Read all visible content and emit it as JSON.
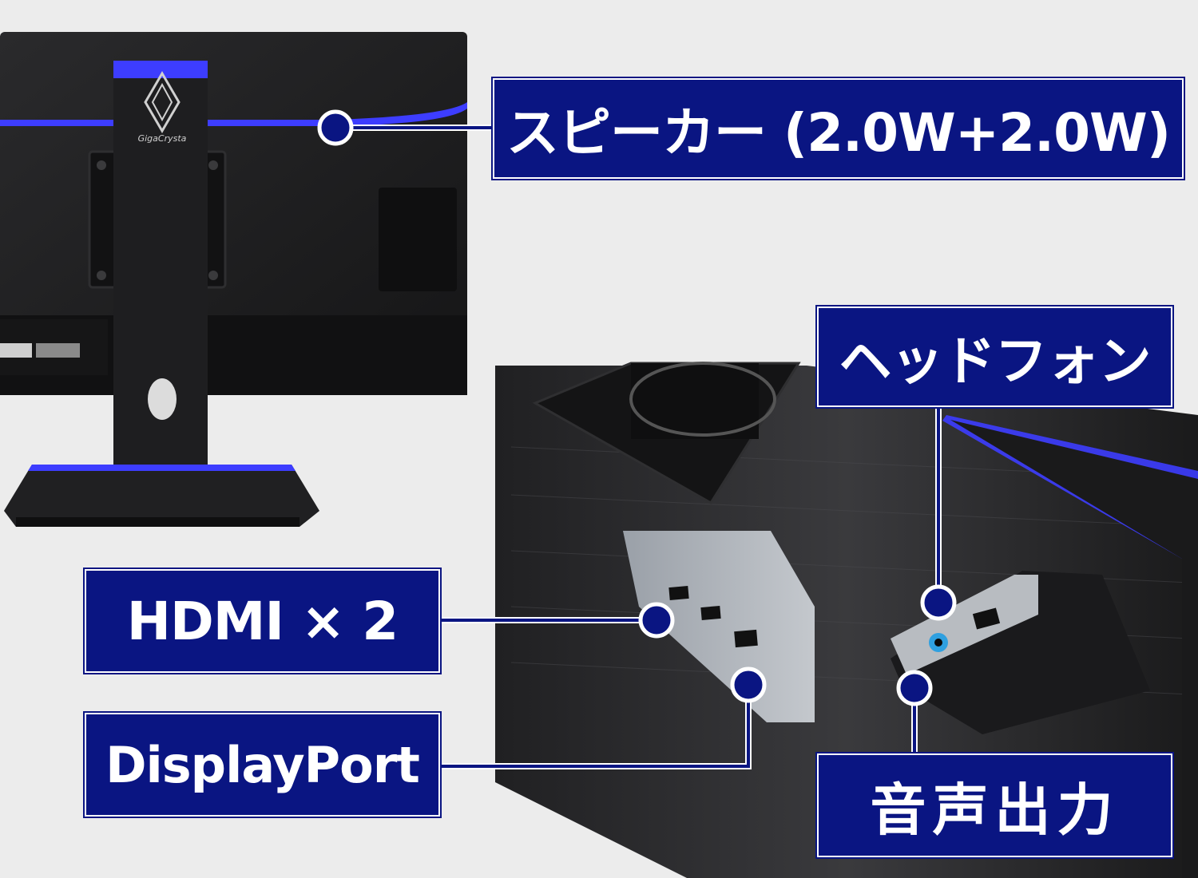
{
  "labels": {
    "speaker": "スピーカー (2.0W+2.0W)",
    "headphone": "ヘッドフォン",
    "hdmi": "HDMI × 2",
    "displayport": "DisplayPort",
    "audio_out": "音声出力"
  },
  "brand": {
    "logo_text": "GigaCrysta"
  },
  "colors": {
    "label_bg": "#0a1582",
    "label_border": "#ffffff",
    "accent_stripe": "#3d3dff",
    "monitor_body": "#1c1c1e",
    "background": "#ececec"
  }
}
